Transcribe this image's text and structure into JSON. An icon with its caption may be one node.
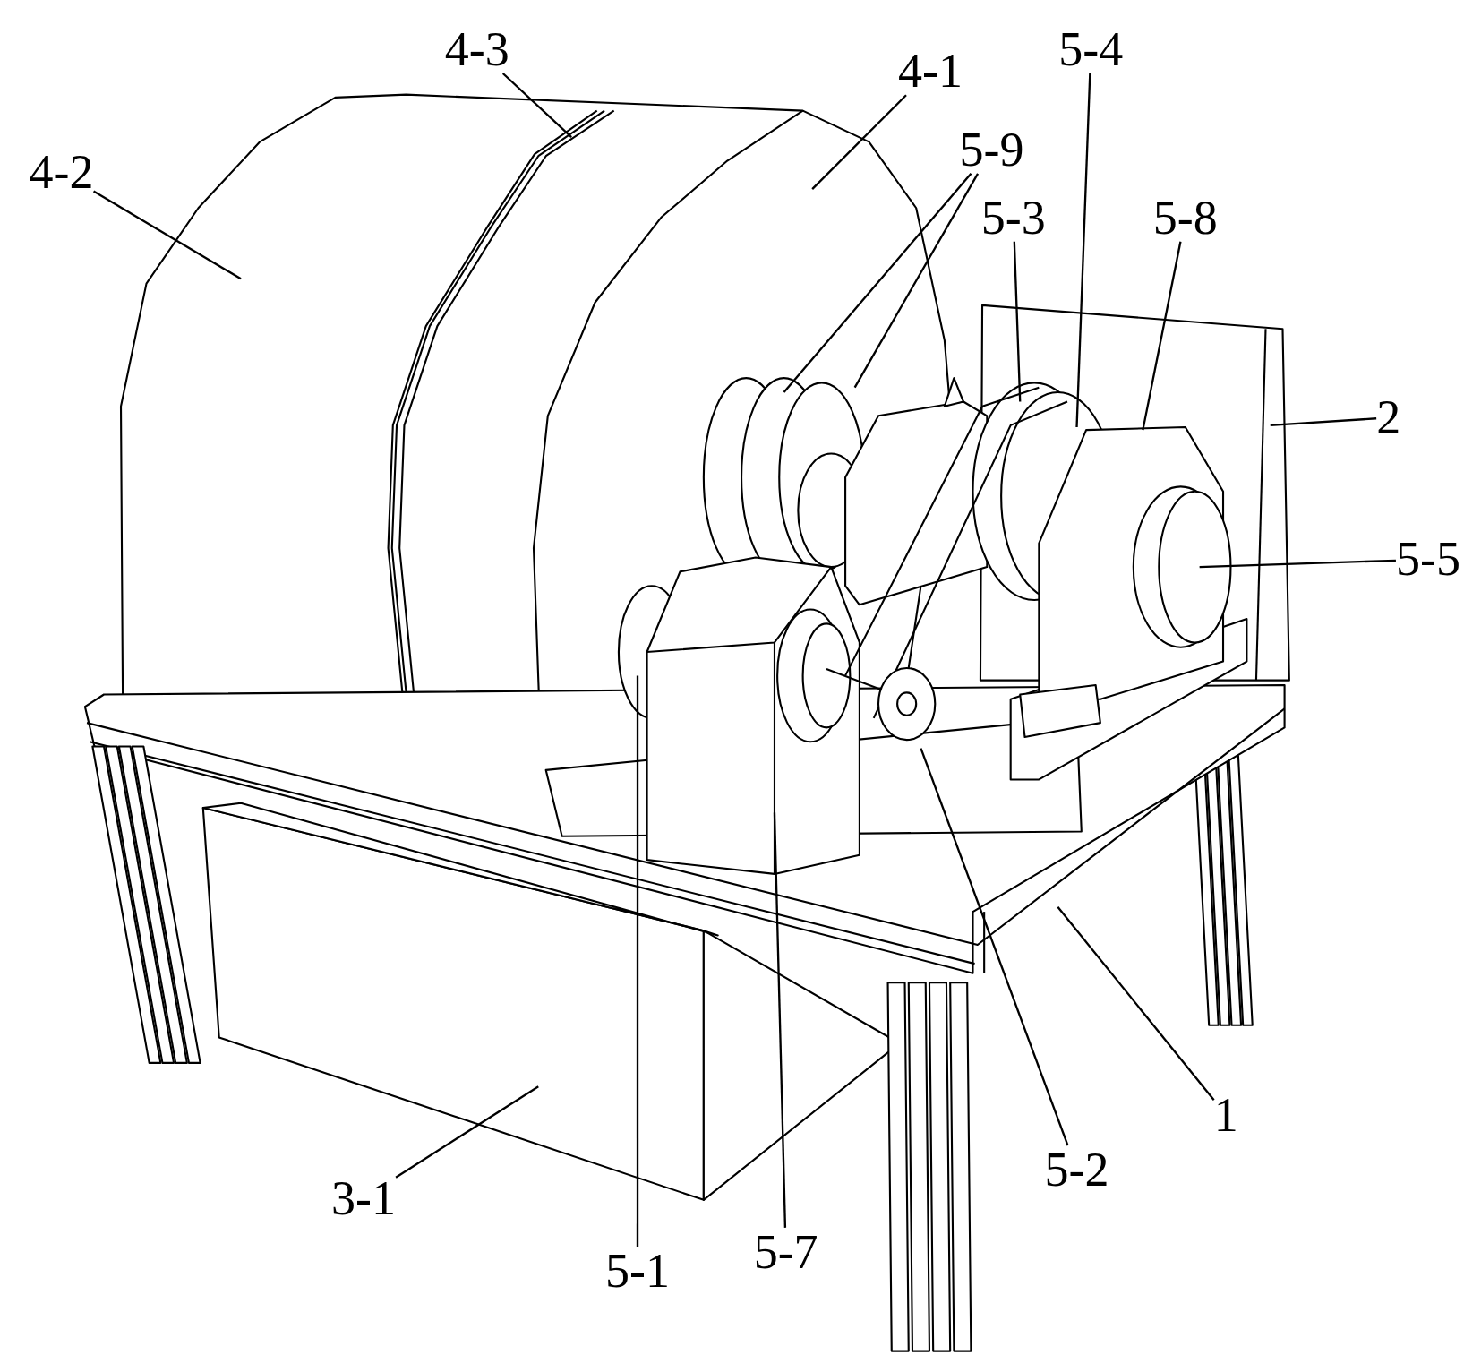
{
  "diagram": {
    "nodes": [
      {
        "text": [
          "4-3"
        ]
      },
      {
        "text": [
          "5-4"
        ]
      },
      {
        "text": [
          "4-1"
        ]
      },
      {
        "text": [
          "4-2"
        ]
      },
      {
        "text": [
          "5-9"
        ]
      },
      {
        "text": [
          "5-3"
        ]
      },
      {
        "text": [
          "5-8"
        ]
      },
      {
        "text": [
          "2"
        ]
      },
      {
        "text": [
          "5-5"
        ]
      },
      {
        "text": [
          "1"
        ]
      },
      {
        "text": [
          "5-2"
        ]
      },
      {
        "text": [
          "3-1"
        ]
      },
      {
        "text": [
          "5-7"
        ]
      },
      {
        "text": [
          "5-1"
        ]
      }
    ],
    "edges": [
      {
        "from": 0,
        "to": null,
        "arrow": "none"
      },
      {
        "from": 1,
        "to": null,
        "arrow": "none"
      },
      {
        "from": 2,
        "to": null,
        "arrow": "none"
      },
      {
        "from": 3,
        "to": null,
        "arrow": "none"
      },
      {
        "from": 4,
        "to": null,
        "arrow": "none"
      },
      {
        "from": 4,
        "to": null,
        "arrow": "none"
      },
      {
        "from": 5,
        "to": null,
        "arrow": "none"
      },
      {
        "from": 6,
        "to": null,
        "arrow": "none"
      },
      {
        "from": 7,
        "to": null,
        "arrow": "none"
      },
      {
        "from": 8,
        "to": null,
        "arrow": "none"
      },
      {
        "from": 9,
        "to": null,
        "arrow": "none"
      },
      {
        "from": 10,
        "to": null,
        "arrow": "none"
      },
      {
        "from": 11,
        "to": null,
        "arrow": "none"
      },
      {
        "from": 12,
        "to": null,
        "arrow": "none"
      },
      {
        "from": 13,
        "to": null,
        "arrow": "none"
      }
    ]
  }
}
